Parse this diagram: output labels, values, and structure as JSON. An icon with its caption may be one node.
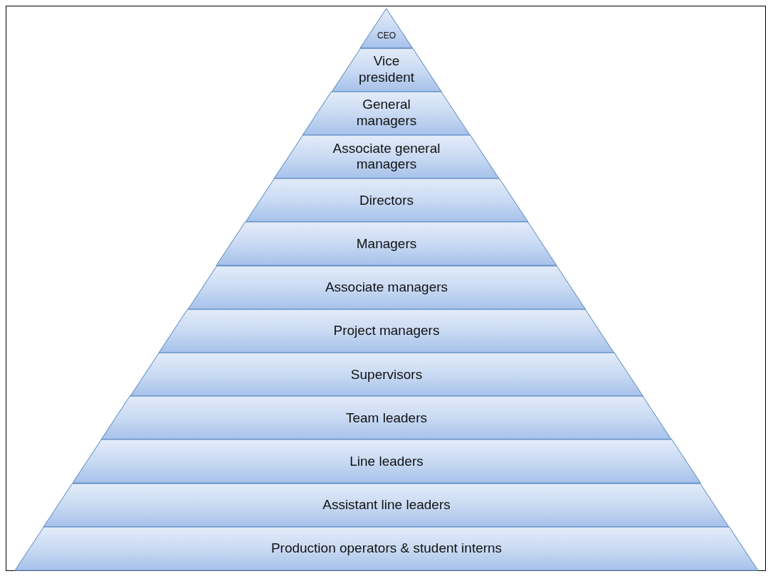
{
  "diagram": {
    "nodes": [
      {
        "text": [
          "CEO"
        ]
      },
      {
        "text": [
          "Vice president"
        ]
      },
      {
        "text": [
          "General managers"
        ]
      },
      {
        "text": [
          "Associate general managers"
        ]
      },
      {
        "text": [
          "Directors"
        ]
      },
      {
        "text": [
          "Managers"
        ]
      },
      {
        "text": [
          "Associate managers"
        ]
      },
      {
        "text": [
          "Project managers"
        ]
      },
      {
        "text": [
          "Supervisors"
        ]
      },
      {
        "text": [
          "Team leaders"
        ]
      },
      {
        "text": [
          "Line leaders"
        ]
      },
      {
        "text": [
          "Assistant line leaders"
        ]
      },
      {
        "text": [
          "Production operators & student interns"
        ]
      }
    ]
  }
}
